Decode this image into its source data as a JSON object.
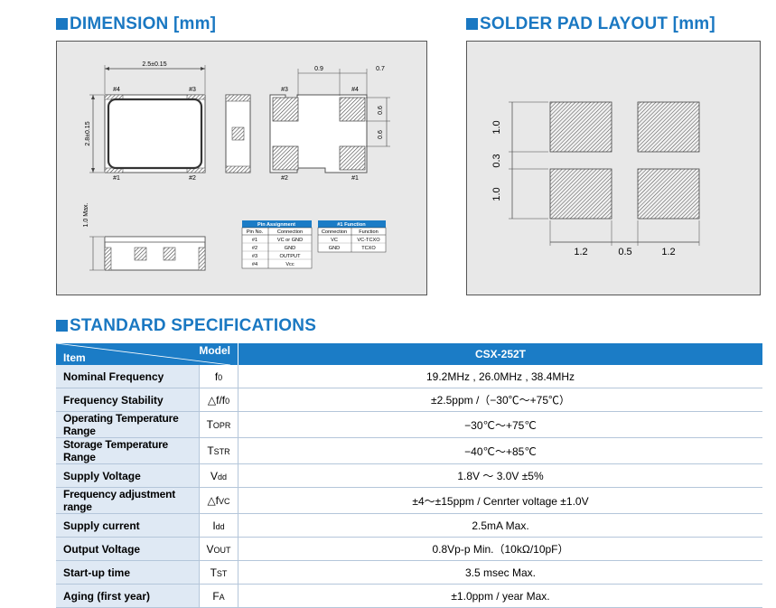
{
  "sections": {
    "dimension_title": "DIMENSION [mm]",
    "solder_title": "SOLDER PAD LAYOUT [mm]",
    "specs_title": "STANDARD SPECIFICATIONS"
  },
  "dimension": {
    "width_label": "2.5±0.15",
    "height_label": "2.8±0.15",
    "pad_width_label": "0.9",
    "pad_gap_label": "0.7",
    "pad_h1_label": "0.6",
    "pad_h2_label": "0.6",
    "max_height_label": "1.0 Max.",
    "pins_top": [
      "#4",
      "#3"
    ],
    "pins_bottom": [
      "#1",
      "#2"
    ],
    "pins_back_top": [
      "#3",
      "#4"
    ],
    "pins_back_bottom": [
      "#2",
      "#1"
    ],
    "pin_table": {
      "title": "Pin Assignment",
      "headers": [
        "Pin No.",
        "Connection"
      ],
      "rows": [
        [
          "#1",
          "VC or GND"
        ],
        [
          "#2",
          "GND"
        ],
        [
          "#3",
          "OUTPUT"
        ],
        [
          "#4",
          "Vcc"
        ]
      ]
    },
    "func_table": {
      "title": "#1 Function",
      "headers": [
        "Connection",
        "Function"
      ],
      "rows": [
        [
          "VC",
          "VC-TCXO"
        ],
        [
          "GND",
          "TCXO"
        ]
      ]
    }
  },
  "solder": {
    "pad_h_top": "1.0",
    "gap_v": "0.3",
    "pad_h_bottom": "1.0",
    "pad_w_left": "1.2",
    "gap_h": "0.5",
    "pad_w_right": "1.2"
  },
  "specs": {
    "header_item": "Item",
    "header_model": "Model",
    "model_name": "CSX-252T",
    "rows": [
      {
        "item": "Nominal Frequency",
        "sym": "f",
        "sub": "0",
        "value": "19.2MHz , 26.0MHz , 38.4MHz",
        "small": false
      },
      {
        "item": "Frequency Stability",
        "sym": "△f/f",
        "sub": "0",
        "value": "±2.5ppm /（−30℃～+75℃）",
        "small": false
      },
      {
        "item": "Operating Temperature Range",
        "sym": "T",
        "sub": "OPR",
        "value": "−30℃～+75℃",
        "small": true
      },
      {
        "item": "Storage Temperature Range",
        "sym": "T",
        "sub": "STR",
        "value": "−40℃～+85℃",
        "small": true
      },
      {
        "item": "Supply Voltage",
        "sym": "V",
        "sub": "dd",
        "value": "1.8V ～ 3.0V ±5%",
        "small": false
      },
      {
        "item": "Frequency adjustment range",
        "sym": "△f",
        "sub": "VC",
        "value": "±4～±15ppm / Cenrter voltage ±1.0V",
        "small": true
      },
      {
        "item": "Supply current",
        "sym": "I",
        "sub": "dd",
        "value": "2.5mA Max.",
        "small": false
      },
      {
        "item": "Output Voltage",
        "sym": "V",
        "sub": "OUT",
        "value": "0.8Vp-p Min.（10kΩ/10pF）",
        "small": false
      },
      {
        "item": "Start-up time",
        "sym": "T",
        "sub": "ST",
        "value": "3.5 msec Max.",
        "small": false
      },
      {
        "item": "Aging (first year)",
        "sym": "F",
        "sub": "A",
        "value": "±1.0ppm / year Max.",
        "small": false
      }
    ]
  }
}
